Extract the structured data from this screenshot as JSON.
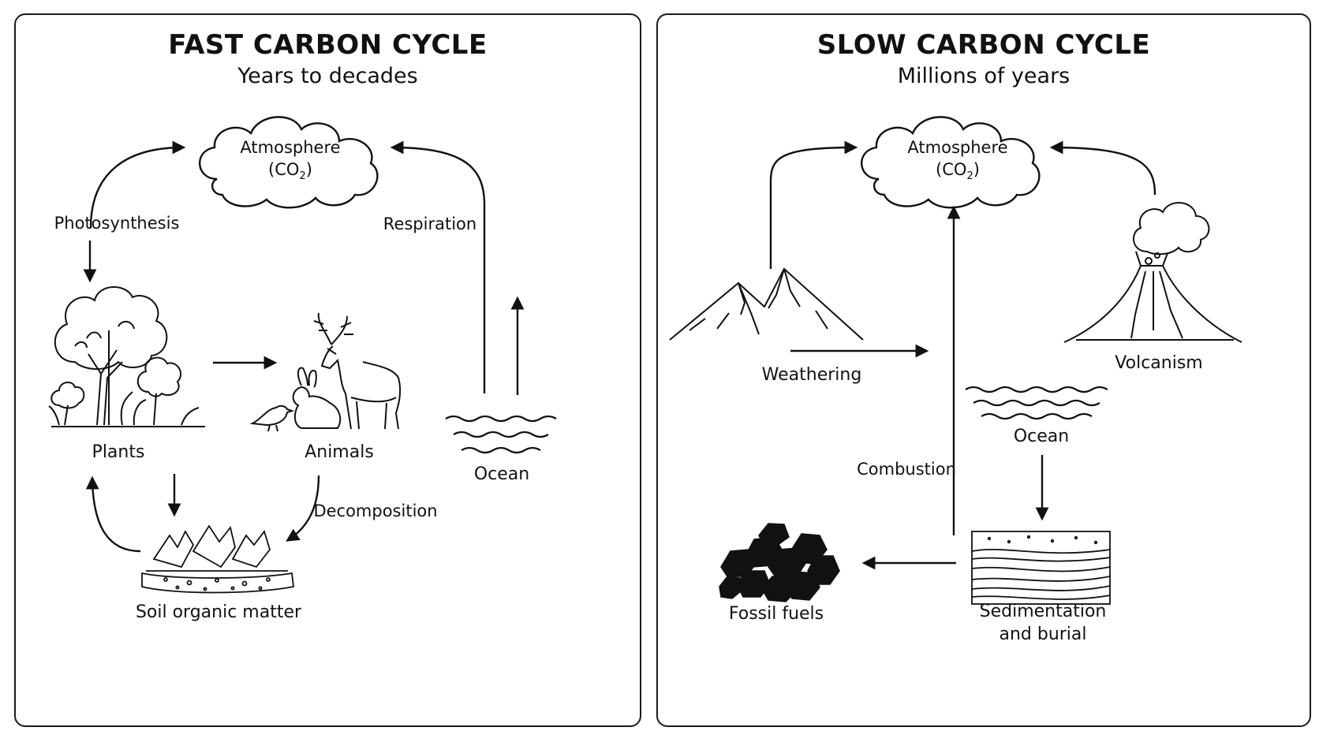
{
  "fast": {
    "title": "FAST CARBON CYCLE",
    "subtitle": "Years to decades",
    "atmosphere": "Atmosphere",
    "co2_prefix": "(CO",
    "co2_sub": "2",
    "co2_suffix": ")",
    "photosynthesis": "Photosynthesis",
    "respiration": "Respiration",
    "plants": "Plants",
    "animals": "Animals",
    "ocean": "Ocean",
    "decomposition": "Decomposition",
    "soil": "Soil organic matter"
  },
  "slow": {
    "title": "SLOW CARBON CYCLE",
    "subtitle": "Millions of years",
    "atmosphere": "Atmosphere",
    "co2_prefix": "(CO",
    "co2_sub": "2",
    "co2_suffix": ")",
    "weathering": "Weathering",
    "volcanism": "Volcanism",
    "ocean": "Ocean",
    "combustion": "Combustion",
    "fossil_fuels": "Fossil fuels",
    "sedimentation_line1": "Sedimentation",
    "sedimentation_line2": "and burial"
  }
}
